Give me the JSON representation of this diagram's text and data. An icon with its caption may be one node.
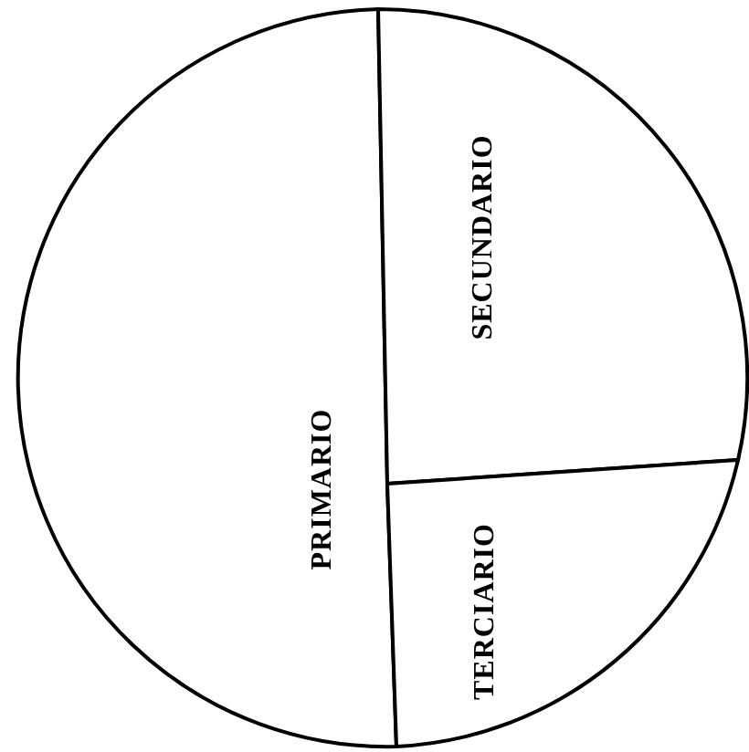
{
  "diagram": {
    "nodes": [
      {
        "text": [
          "PRIMARIO"
        ]
      },
      {
        "text": [
          "SECUNDARIO"
        ]
      },
      {
        "text": [
          "TERCIARIO"
        ]
      }
    ]
  }
}
